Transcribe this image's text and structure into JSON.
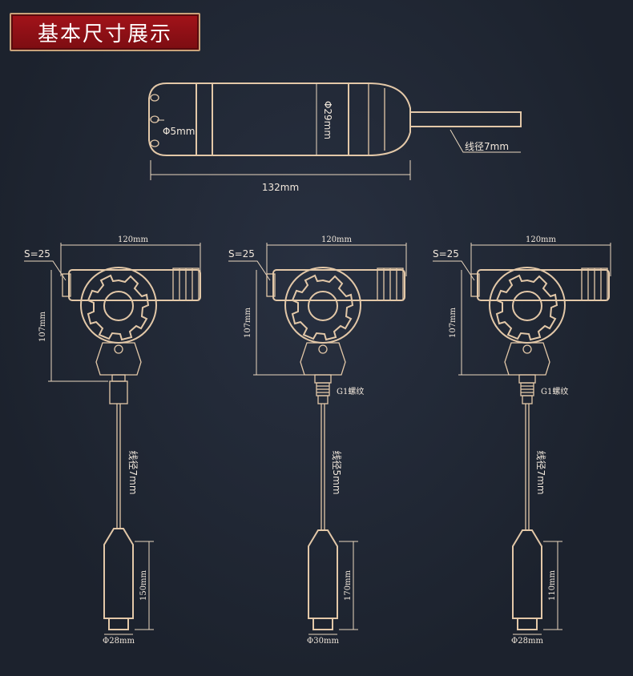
{
  "banner": {
    "title": "基本尺寸展示"
  },
  "top_probe": {
    "hole_label": "Φ5mm",
    "diameter_label": "Φ29mm",
    "length_label": "132mm",
    "cable_label": "线径7mm"
  },
  "transmitters": [
    {
      "width_label": "120mm",
      "wrench_label": "S=25",
      "height_label": "107mm",
      "thread_label": "",
      "cable_label": "线径7mm",
      "probe_length_label": "150mm",
      "probe_diameter_label": "Φ28mm"
    },
    {
      "width_label": "120mm",
      "wrench_label": "S=25",
      "height_label": "107mm",
      "thread_label": "G1螺纹",
      "cable_label": "线径5mm",
      "probe_length_label": "170mm",
      "probe_diameter_label": "Φ30mm"
    },
    {
      "width_label": "120mm",
      "wrench_label": "S=25",
      "height_label": "107mm",
      "thread_label": "G1螺纹",
      "cable_label": "线径7mm",
      "probe_length_label": "110mm",
      "probe_diameter_label": "Φ28mm"
    }
  ],
  "colors": {
    "banner": "#a3131a",
    "line": "#e3c8a8",
    "background": "#1f2633"
  }
}
